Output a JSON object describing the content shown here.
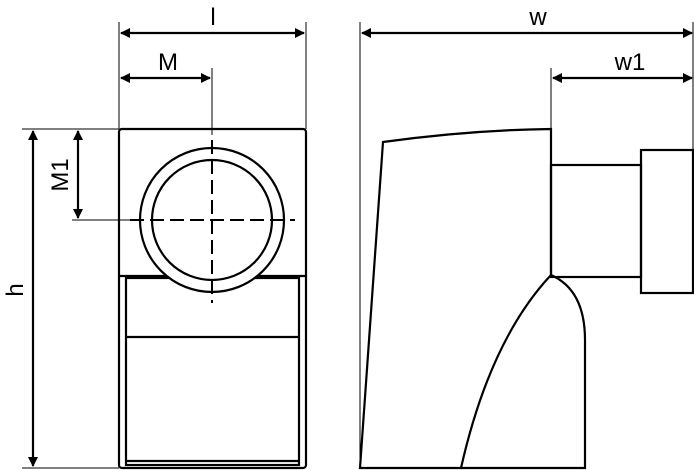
{
  "labels": {
    "l": "l",
    "M": "M",
    "M1": "M1",
    "h": "h",
    "w": "w",
    "w1": "w1"
  },
  "colors": {
    "line": "#000000",
    "background": "#ffffff"
  }
}
